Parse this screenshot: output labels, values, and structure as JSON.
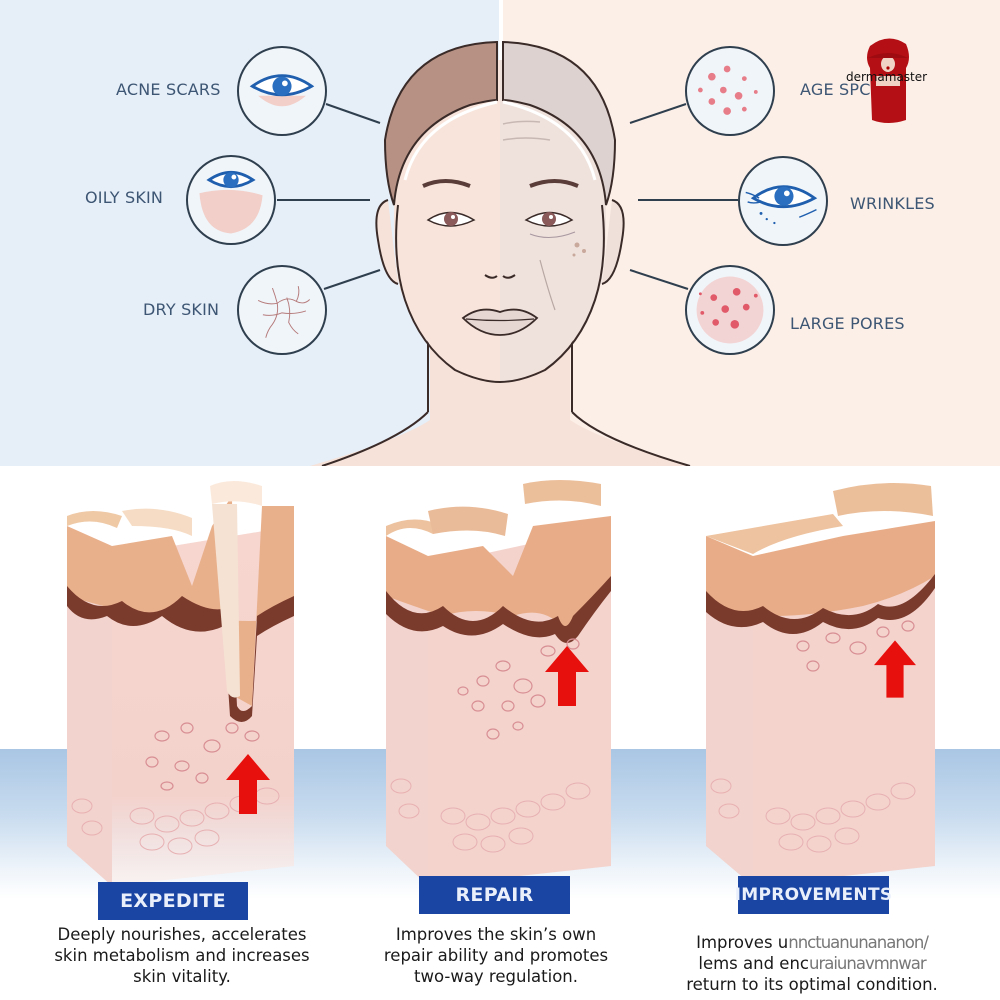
{
  "top": {
    "left_concerns": [
      {
        "label": "ACNE SCARS",
        "icon": "eye-with-under-eye-icon"
      },
      {
        "label": "OILY SKIN",
        "icon": "eye-with-oily-patch-icon"
      },
      {
        "label": "DRY SKIN",
        "icon": "cracked-skin-icon"
      }
    ],
    "right_concerns": [
      {
        "label": "AGE SPC",
        "icon": "age-spots-icon"
      },
      {
        "label": "WRINKLES",
        "icon": "wrinkled-eye-icon"
      },
      {
        "label": "LARGE PORES",
        "icon": "large-pores-icon"
      }
    ],
    "watermark": {
      "text": "dermamaster",
      "icon": "woman-in-red-hat-icon"
    }
  },
  "colors": {
    "left_bg": "#e6eef8",
    "right_bg": "#fcefe8",
    "label_text": "#3d5673",
    "badge_bg": "#1b45a3",
    "arrow": "#e8100c",
    "floor_blue": "#a9c6e4"
  },
  "steps": [
    {
      "badge": "EXPEDITE",
      "lines": [
        "Deeply nourishes, accelerates",
        "skin metabolism and increases",
        "skin vitality."
      ]
    },
    {
      "badge": "REPAIR",
      "lines": [
        "Improves the skin’s own",
        "repair ability and promotes",
        "two-way regulation."
      ]
    },
    {
      "badge": "IMPROVEMENTS",
      "lines": [
        "Improves u",
        "lems and enc",
        "return to its optimal condition."
      ],
      "garbled": [
        "nnctuanunananon/",
        "uraiunavmnwar"
      ]
    }
  ]
}
